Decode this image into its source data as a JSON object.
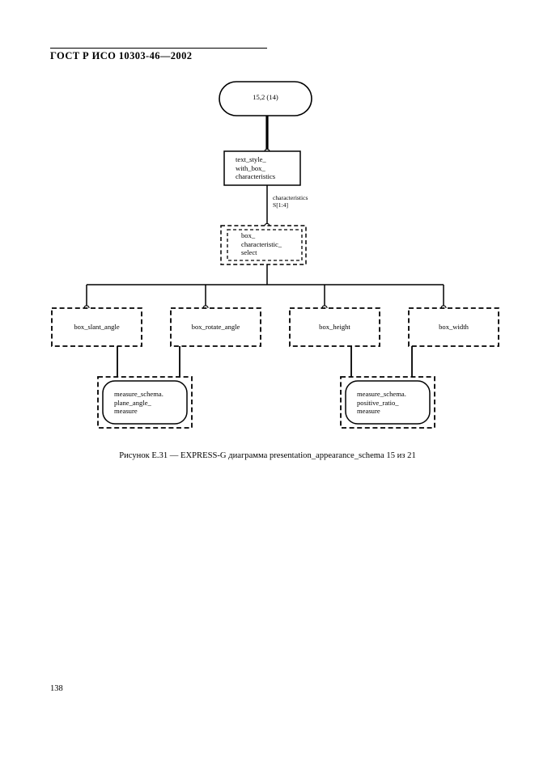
{
  "document": {
    "header": "ГОСТ Р ИСО 10303-46—2002",
    "page_number": "138",
    "caption": "Рисунок Е.31 — EXPRESS-G диаграмма presentation_appearance_schema 15 из 21"
  },
  "diagram": {
    "type": "EXPRESS-G",
    "nodes": {
      "page_ref": {
        "label": "15,2 (14)",
        "shape": "rounded-solid"
      },
      "entity_root": {
        "label": "text_style_\nwith_box_\ncharacteristics",
        "shape": "rect-solid"
      },
      "select_type": {
        "label": "box_\ncharacteristic_\nselect",
        "shape": "rect-dashed-double"
      },
      "leaf1": {
        "label": "box_slant_angle",
        "shape": "rect-dashed"
      },
      "leaf2": {
        "label": "box_rotate_angle",
        "shape": "rect-dashed"
      },
      "leaf3": {
        "label": "box_height",
        "shape": "rect-dashed"
      },
      "leaf4": {
        "label": "box_width",
        "shape": "rect-dashed"
      },
      "measure_left": {
        "label": "measure_schema.\nplane_angle_\nmeasure",
        "shape": "rounded-solid-in-dashed"
      },
      "measure_right": {
        "label": "measure_schema.\npositive_ratio_\nmeasure",
        "shape": "rounded-solid-in-dashed"
      }
    },
    "edges": {
      "characteristics": {
        "name": "characteristics",
        "cardinality": "S[1:4]"
      }
    },
    "colors": {
      "stroke": "#000000",
      "fill": "#ffffff"
    }
  }
}
